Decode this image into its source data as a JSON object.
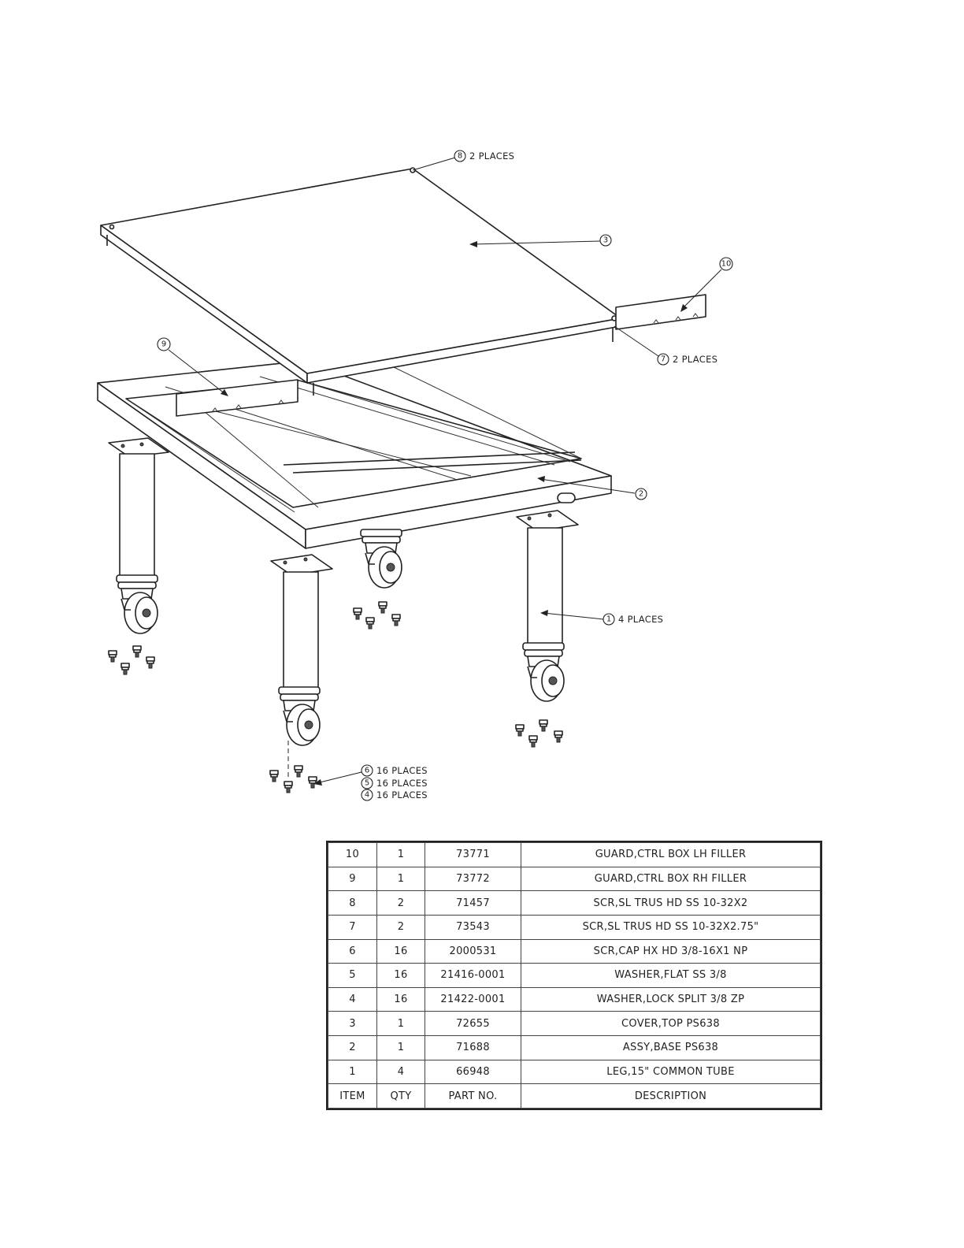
{
  "callouts": [
    {
      "item": "8",
      "text": "2 PLACES"
    },
    {
      "item": "3",
      "text": ""
    },
    {
      "item": "10",
      "text": ""
    },
    {
      "item": "7",
      "text": "2 PLACES"
    },
    {
      "item": "9",
      "text": ""
    },
    {
      "item": "2",
      "text": ""
    },
    {
      "item": "1",
      "text": "4 PLACES"
    },
    {
      "item": "6",
      "text": "16 PLACES"
    },
    {
      "item": "5",
      "text": "16 PLACES"
    },
    {
      "item": "4",
      "text": "16 PLACES"
    }
  ],
  "bom": {
    "header": {
      "item": "ITEM",
      "qty": "QTY",
      "part": "PART NO.",
      "desc": "DESCRIPTION"
    },
    "rows": [
      {
        "item": "10",
        "qty": "1",
        "part": "73771",
        "desc": "GUARD,CTRL BOX LH FILLER"
      },
      {
        "item": "9",
        "qty": "1",
        "part": "73772",
        "desc": "GUARD,CTRL BOX RH FILLER"
      },
      {
        "item": "8",
        "qty": "2",
        "part": "71457",
        "desc": "SCR,SL TRUS HD SS 10-32X2"
      },
      {
        "item": "7",
        "qty": "2",
        "part": "73543",
        "desc": "SCR,SL TRUS HD SS 10-32X2.75\""
      },
      {
        "item": "6",
        "qty": "16",
        "part": "2000531",
        "desc": "SCR,CAP HX HD 3/8-16X1 NP"
      },
      {
        "item": "5",
        "qty": "16",
        "part": "21416-0001",
        "desc": "WASHER,FLAT SS 3/8"
      },
      {
        "item": "4",
        "qty": "16",
        "part": "21422-0001",
        "desc": "WASHER,LOCK SPLIT 3/8 ZP"
      },
      {
        "item": "3",
        "qty": "1",
        "part": "72655",
        "desc": "COVER,TOP PS638"
      },
      {
        "item": "2",
        "qty": "1",
        "part": "71688",
        "desc": "ASSY,BASE PS638"
      },
      {
        "item": "1",
        "qty": "4",
        "part": "66948",
        "desc": "LEG,15\" COMMON TUBE"
      }
    ]
  }
}
